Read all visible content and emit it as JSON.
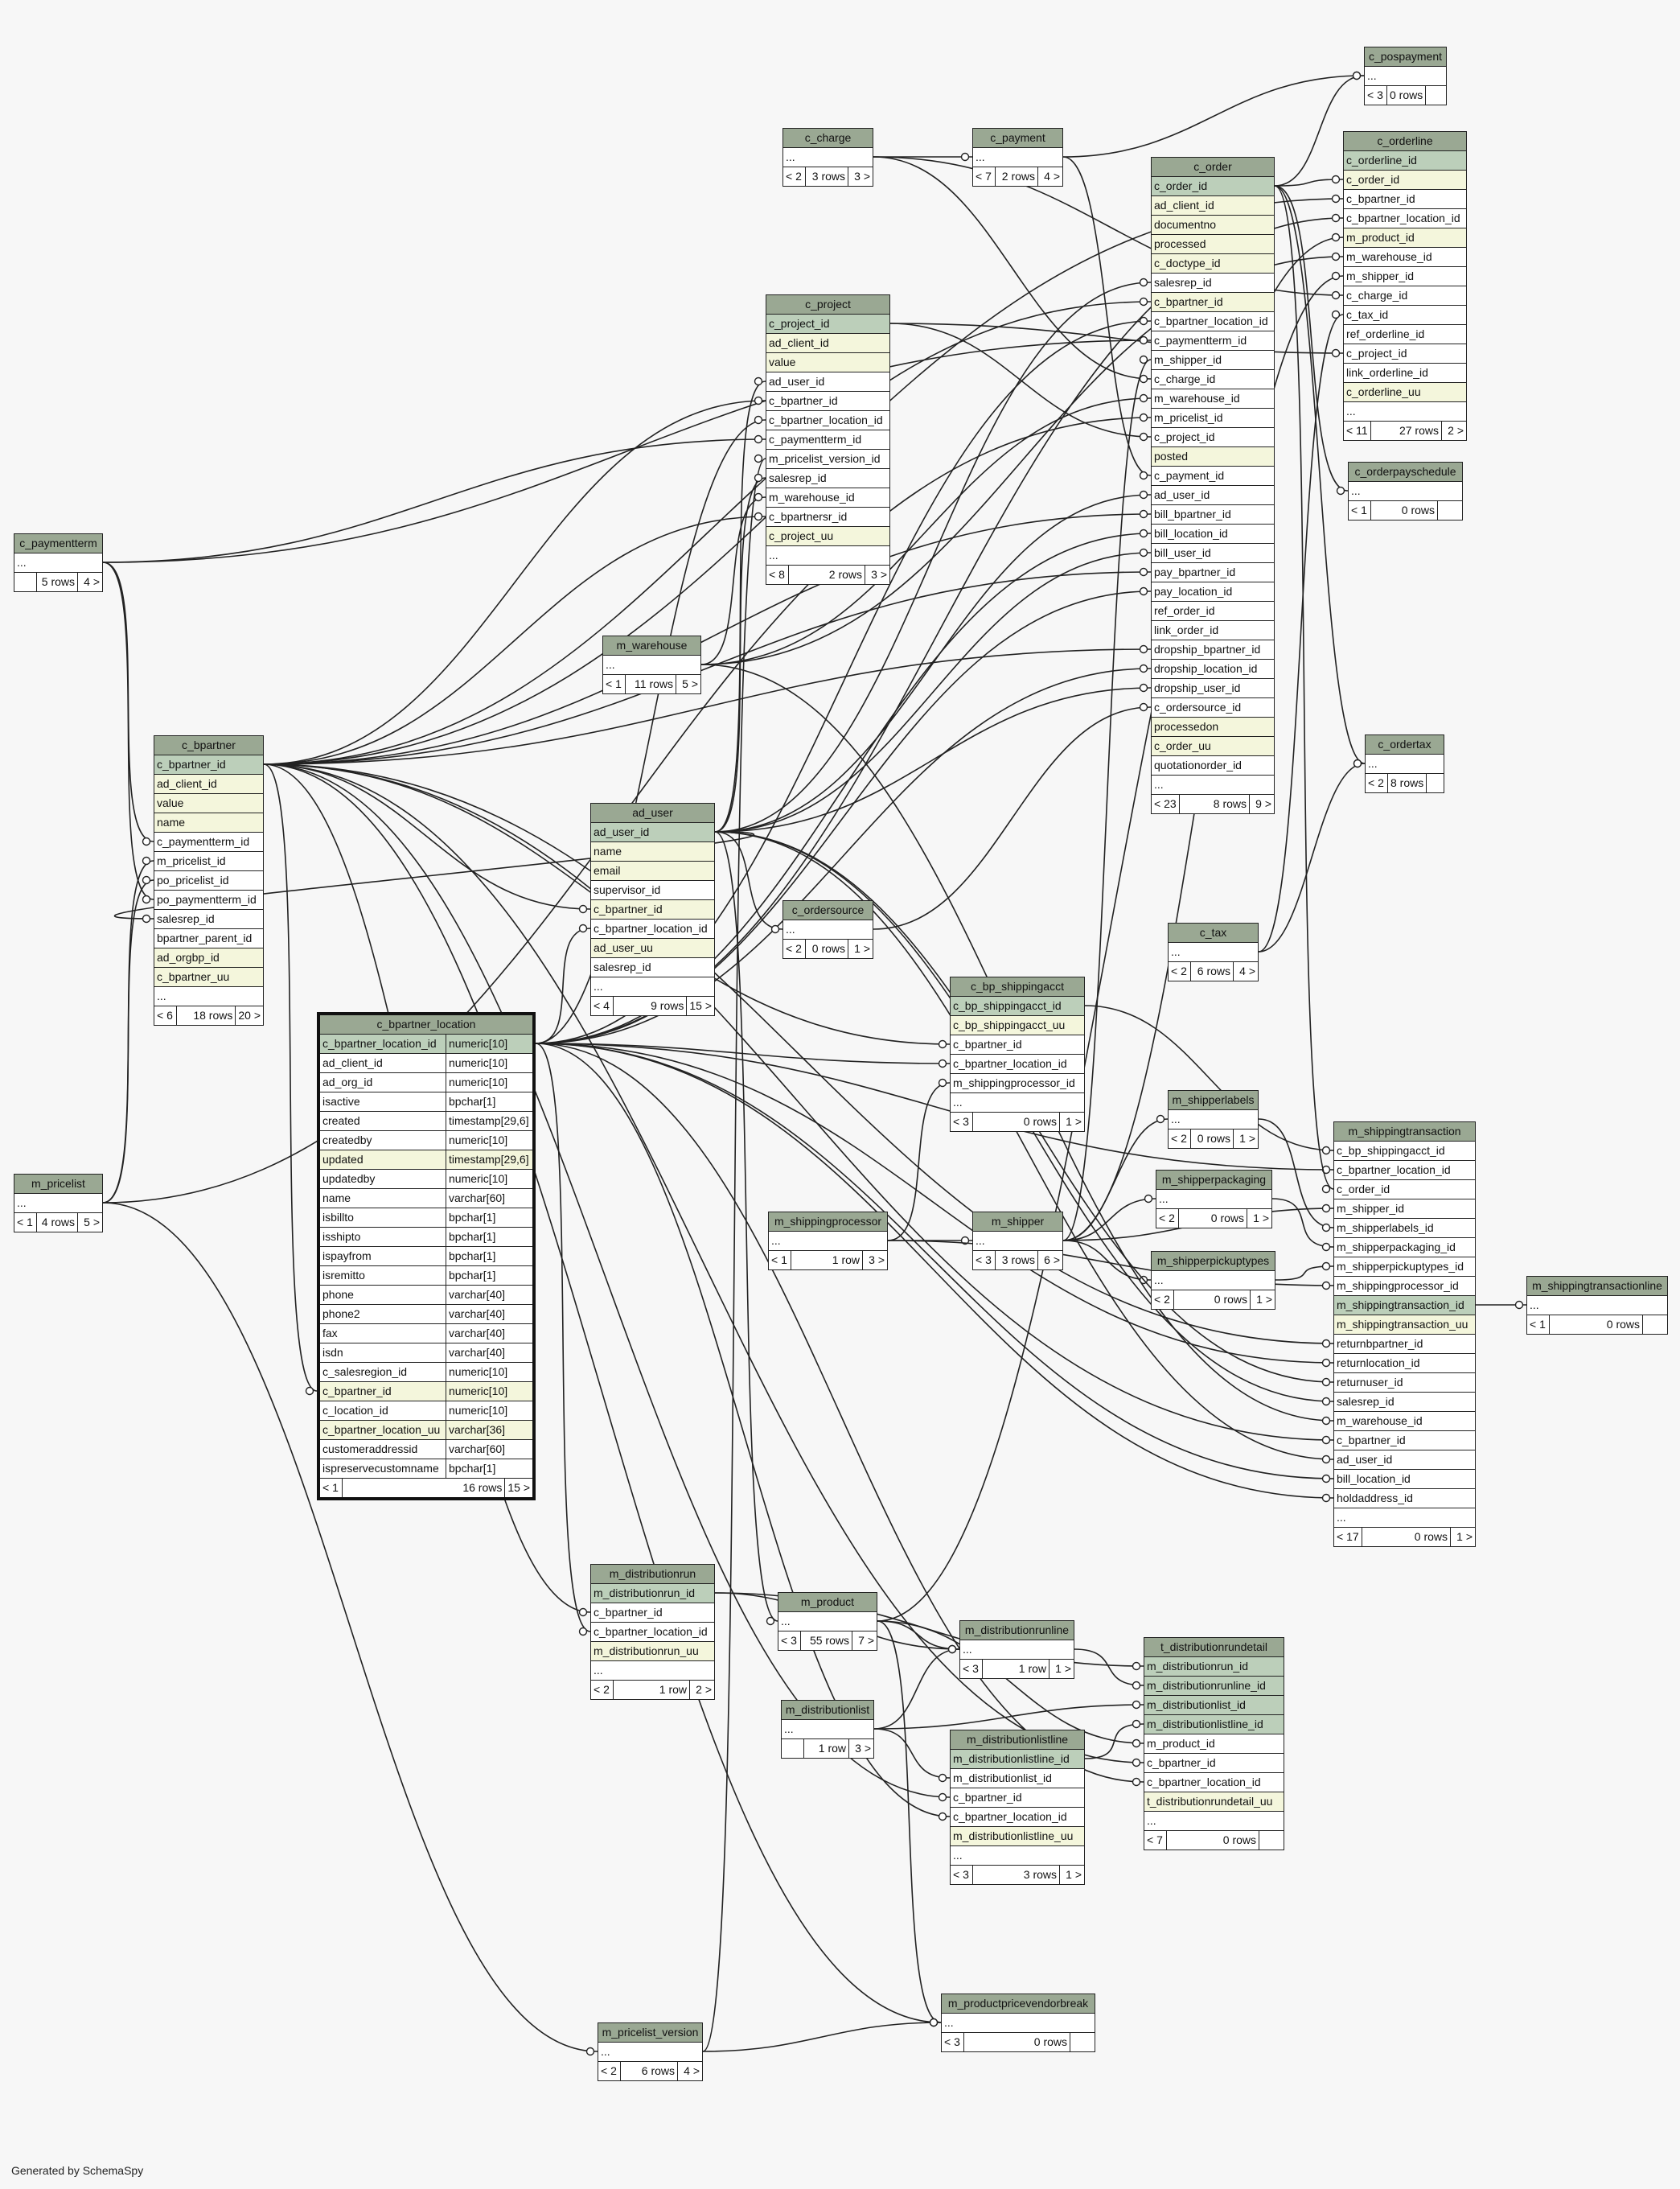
{
  "footer_text": "Generated by SchemaSpy",
  "colors": {
    "header": "#9aa893",
    "primary_key": "#bccfba",
    "unique": "#f4f6dc",
    "line": "#222222",
    "background": "#f7f7f7"
  },
  "tables": {
    "c_pospayment": {
      "title": "c_pospayment",
      "rows": [
        {
          "n": "..."
        }
      ],
      "foot": [
        "< 3",
        "0 rows",
        ""
      ]
    },
    "c_orderline": {
      "title": "c_orderline",
      "rows": [
        {
          "n": "c_orderline_id",
          "k": "pk"
        },
        {
          "n": "c_order_id",
          "k": "uq"
        },
        {
          "n": "c_bpartner_id"
        },
        {
          "n": "c_bpartner_location_id"
        },
        {
          "n": "m_product_id",
          "k": "uq"
        },
        {
          "n": "m_warehouse_id"
        },
        {
          "n": "m_shipper_id"
        },
        {
          "n": "c_charge_id"
        },
        {
          "n": "c_tax_id"
        },
        {
          "n": "ref_orderline_id"
        },
        {
          "n": "c_project_id"
        },
        {
          "n": "link_orderline_id"
        },
        {
          "n": "c_orderline_uu",
          "k": "uq"
        },
        {
          "n": "..."
        }
      ],
      "foot": [
        "< 11",
        "27 rows",
        "2 >"
      ]
    },
    "c_charge": {
      "title": "c_charge",
      "rows": [
        {
          "n": "..."
        }
      ],
      "foot": [
        "< 2",
        "3 rows",
        "3 >"
      ]
    },
    "c_payment": {
      "title": "c_payment",
      "rows": [
        {
          "n": "..."
        }
      ],
      "foot": [
        "< 7",
        "2 rows",
        "4 >"
      ]
    },
    "c_order": {
      "title": "c_order",
      "rows": [
        {
          "n": "c_order_id",
          "k": "pk"
        },
        {
          "n": "ad_client_id",
          "k": "uq"
        },
        {
          "n": "documentno",
          "k": "uq"
        },
        {
          "n": "processed",
          "k": "uq"
        },
        {
          "n": "c_doctype_id",
          "k": "uq"
        },
        {
          "n": "salesrep_id"
        },
        {
          "n": "c_bpartner_id",
          "k": "uq"
        },
        {
          "n": "c_bpartner_location_id"
        },
        {
          "n": "c_paymentterm_id"
        },
        {
          "n": "m_shipper_id"
        },
        {
          "n": "c_charge_id"
        },
        {
          "n": "m_warehouse_id"
        },
        {
          "n": "m_pricelist_id"
        },
        {
          "n": "c_project_id"
        },
        {
          "n": "posted",
          "k": "uq"
        },
        {
          "n": "c_payment_id"
        },
        {
          "n": "ad_user_id"
        },
        {
          "n": "bill_bpartner_id"
        },
        {
          "n": "bill_location_id"
        },
        {
          "n": "bill_user_id"
        },
        {
          "n": "pay_bpartner_id"
        },
        {
          "n": "pay_location_id"
        },
        {
          "n": "ref_order_id"
        },
        {
          "n": "link_order_id"
        },
        {
          "n": "dropship_bpartner_id"
        },
        {
          "n": "dropship_location_id"
        },
        {
          "n": "dropship_user_id"
        },
        {
          "n": "c_ordersource_id"
        },
        {
          "n": "processedon",
          "k": "uq"
        },
        {
          "n": "c_order_uu",
          "k": "uq"
        },
        {
          "n": "quotationorder_id"
        },
        {
          "n": "..."
        }
      ],
      "foot": [
        "< 23",
        "8 rows",
        "9 >"
      ]
    },
    "c_orderpayschedule": {
      "title": "c_orderpayschedule",
      "rows": [
        {
          "n": "..."
        }
      ],
      "foot": [
        "< 1",
        "0 rows",
        ""
      ]
    },
    "c_project": {
      "title": "c_project",
      "rows": [
        {
          "n": "c_project_id",
          "k": "pk"
        },
        {
          "n": "ad_client_id",
          "k": "uq"
        },
        {
          "n": "value",
          "k": "uq"
        },
        {
          "n": "ad_user_id"
        },
        {
          "n": "c_bpartner_id"
        },
        {
          "n": "c_bpartner_location_id"
        },
        {
          "n": "c_paymentterm_id"
        },
        {
          "n": "m_pricelist_version_id"
        },
        {
          "n": "salesrep_id"
        },
        {
          "n": "m_warehouse_id"
        },
        {
          "n": "c_bpartnersr_id"
        },
        {
          "n": "c_project_uu",
          "k": "uq"
        },
        {
          "n": "..."
        }
      ],
      "foot": [
        "< 8",
        "2 rows",
        "3 >"
      ]
    },
    "c_paymentterm": {
      "title": "c_paymentterm",
      "rows": [
        {
          "n": "..."
        }
      ],
      "foot": [
        "",
        "5 rows",
        "4 >"
      ]
    },
    "m_warehouse": {
      "title": "m_warehouse",
      "rows": [
        {
          "n": "..."
        }
      ],
      "foot": [
        "< 1",
        "11 rows",
        "5 >"
      ]
    },
    "c_ordertax": {
      "title": "c_ordertax",
      "rows": [
        {
          "n": "..."
        }
      ],
      "foot": [
        "< 2",
        "8 rows",
        ""
      ]
    },
    "c_bpartner": {
      "title": "c_bpartner",
      "rows": [
        {
          "n": "c_bpartner_id",
          "k": "pk"
        },
        {
          "n": "ad_client_id",
          "k": "uq"
        },
        {
          "n": "value",
          "k": "uq"
        },
        {
          "n": "name",
          "k": "uq"
        },
        {
          "n": "c_paymentterm_id"
        },
        {
          "n": "m_pricelist_id"
        },
        {
          "n": "po_pricelist_id"
        },
        {
          "n": "po_paymentterm_id"
        },
        {
          "n": "salesrep_id"
        },
        {
          "n": "bpartner_parent_id"
        },
        {
          "n": "ad_orgbp_id",
          "k": "uq"
        },
        {
          "n": "c_bpartner_uu",
          "k": "uq"
        },
        {
          "n": "..."
        }
      ],
      "foot": [
        "< 6",
        "18 rows",
        "20 >"
      ]
    },
    "ad_user": {
      "title": "ad_user",
      "rows": [
        {
          "n": "ad_user_id",
          "k": "pk"
        },
        {
          "n": "name",
          "k": "uq"
        },
        {
          "n": "email",
          "k": "uq"
        },
        {
          "n": "supervisor_id"
        },
        {
          "n": "c_bpartner_id",
          "k": "uq"
        },
        {
          "n": "c_bpartner_location_id"
        },
        {
          "n": "ad_user_uu",
          "k": "uq"
        },
        {
          "n": "salesrep_id"
        },
        {
          "n": "..."
        }
      ],
      "foot": [
        "< 4",
        "9 rows",
        "15 >"
      ]
    },
    "c_ordersource": {
      "title": "c_ordersource",
      "rows": [
        {
          "n": "..."
        }
      ],
      "foot": [
        "< 2",
        "0 rows",
        "1 >"
      ]
    },
    "c_tax": {
      "title": "c_tax",
      "rows": [
        {
          "n": "..."
        }
      ],
      "foot": [
        "< 2",
        "6 rows",
        "4 >"
      ]
    },
    "c_bp_shippingacct": {
      "title": "c_bp_shippingacct",
      "rows": [
        {
          "n": "c_bp_shippingacct_id",
          "k": "pk"
        },
        {
          "n": "c_bp_shippingacct_uu",
          "k": "uq"
        },
        {
          "n": "c_bpartner_id"
        },
        {
          "n": "c_bpartner_location_id"
        },
        {
          "n": "m_shippingprocessor_id"
        },
        {
          "n": "..."
        }
      ],
      "foot": [
        "< 3",
        "0 rows",
        "1 >"
      ]
    },
    "c_bpartner_location": {
      "title": "c_bpartner_location",
      "rows": [
        {
          "n": "c_bpartner_location_id",
          "t": "numeric[10]",
          "k": "pk"
        },
        {
          "n": "ad_client_id",
          "t": "numeric[10]"
        },
        {
          "n": "ad_org_id",
          "t": "numeric[10]"
        },
        {
          "n": "isactive",
          "t": "bpchar[1]"
        },
        {
          "n": "created",
          "t": "timestamp[29,6]"
        },
        {
          "n": "createdby",
          "t": "numeric[10]"
        },
        {
          "n": "updated",
          "t": "timestamp[29,6]",
          "k": "uq"
        },
        {
          "n": "updatedby",
          "t": "numeric[10]"
        },
        {
          "n": "name",
          "t": "varchar[60]"
        },
        {
          "n": "isbillto",
          "t": "bpchar[1]"
        },
        {
          "n": "isshipto",
          "t": "bpchar[1]"
        },
        {
          "n": "ispayfrom",
          "t": "bpchar[1]"
        },
        {
          "n": "isremitto",
          "t": "bpchar[1]"
        },
        {
          "n": "phone",
          "t": "varchar[40]"
        },
        {
          "n": "phone2",
          "t": "varchar[40]"
        },
        {
          "n": "fax",
          "t": "varchar[40]"
        },
        {
          "n": "isdn",
          "t": "varchar[40]"
        },
        {
          "n": "c_salesregion_id",
          "t": "numeric[10]"
        },
        {
          "n": "c_bpartner_id",
          "t": "numeric[10]",
          "k": "uq"
        },
        {
          "n": "c_location_id",
          "t": "numeric[10]"
        },
        {
          "n": "c_bpartner_location_uu",
          "t": "varchar[36]",
          "k": "uq"
        },
        {
          "n": "customeraddressid",
          "t": "varchar[60]"
        },
        {
          "n": "ispreservecustomname",
          "t": "bpchar[1]"
        }
      ],
      "foot": [
        "< 1",
        "16 rows",
        "15 >"
      ]
    },
    "m_shipperlabels": {
      "title": "m_shipperlabels",
      "rows": [
        {
          "n": "..."
        }
      ],
      "foot": [
        "< 2",
        "0 rows",
        "1 >"
      ]
    },
    "m_shippingtransaction": {
      "title": "m_shippingtransaction",
      "rows": [
        {
          "n": "c_bp_shippingacct_id"
        },
        {
          "n": "c_bpartner_location_id"
        },
        {
          "n": "c_order_id"
        },
        {
          "n": "m_shipper_id"
        },
        {
          "n": "m_shipperlabels_id"
        },
        {
          "n": "m_shipperpackaging_id"
        },
        {
          "n": "m_shipperpickuptypes_id"
        },
        {
          "n": "m_shippingprocessor_id"
        },
        {
          "n": "m_shippingtransaction_id",
          "k": "pk"
        },
        {
          "n": "m_shippingtransaction_uu",
          "k": "uq"
        },
        {
          "n": "returnbpartner_id"
        },
        {
          "n": "returnlocation_id"
        },
        {
          "n": "returnuser_id"
        },
        {
          "n": "salesrep_id"
        },
        {
          "n": "m_warehouse_id"
        },
        {
          "n": "c_bpartner_id"
        },
        {
          "n": "ad_user_id"
        },
        {
          "n": "bill_location_id"
        },
        {
          "n": "holdaddress_id"
        },
        {
          "n": "..."
        }
      ],
      "foot": [
        "< 17",
        "0 rows",
        "1 >"
      ]
    },
    "m_shipperpackaging": {
      "title": "m_shipperpackaging",
      "rows": [
        {
          "n": "..."
        }
      ],
      "foot": [
        "< 2",
        "0 rows",
        "1 >"
      ]
    },
    "m_pricelist": {
      "title": "m_pricelist",
      "rows": [
        {
          "n": "..."
        }
      ],
      "foot": [
        "< 1",
        "4 rows",
        "5 >"
      ]
    },
    "m_shippingprocessor": {
      "title": "m_shippingprocessor",
      "rows": [
        {
          "n": "..."
        }
      ],
      "foot": [
        "< 1",
        "1 row",
        "3 >"
      ]
    },
    "m_shipper": {
      "title": "m_shipper",
      "rows": [
        {
          "n": "..."
        }
      ],
      "foot": [
        "< 3",
        "3 rows",
        "6 >"
      ]
    },
    "m_shipperpickuptypes": {
      "title": "m_shipperpickuptypes",
      "rows": [
        {
          "n": "..."
        }
      ],
      "foot": [
        "< 2",
        "0 rows",
        "1 >"
      ]
    },
    "m_shippingtransactionline": {
      "title": "m_shippingtransactionline",
      "rows": [
        {
          "n": "..."
        }
      ],
      "foot": [
        "< 1",
        "0 rows",
        ""
      ]
    },
    "m_distributionrun": {
      "title": "m_distributionrun",
      "rows": [
        {
          "n": "m_distributionrun_id",
          "k": "pk"
        },
        {
          "n": "c_bpartner_id"
        },
        {
          "n": "c_bpartner_location_id"
        },
        {
          "n": "m_distributionrun_uu",
          "k": "uq"
        },
        {
          "n": "..."
        }
      ],
      "foot": [
        "< 2",
        "1 row",
        "2 >"
      ]
    },
    "m_product": {
      "title": "m_product",
      "rows": [
        {
          "n": "..."
        }
      ],
      "foot": [
        "< 3",
        "55 rows",
        "7 >"
      ]
    },
    "m_distributionrunline": {
      "title": "m_distributionrunline",
      "rows": [
        {
          "n": "..."
        }
      ],
      "foot": [
        "< 3",
        "1 row",
        "1 >"
      ]
    },
    "t_distributionrundetail": {
      "title": "t_distributionrundetail",
      "rows": [
        {
          "n": "m_distributionrun_id",
          "k": "pk"
        },
        {
          "n": "m_distributionrunline_id",
          "k": "pk"
        },
        {
          "n": "m_distributionlist_id",
          "k": "pk"
        },
        {
          "n": "m_distributionlistline_id",
          "k": "pk"
        },
        {
          "n": "m_product_id"
        },
        {
          "n": "c_bpartner_id"
        },
        {
          "n": "c_bpartner_location_id"
        },
        {
          "n": "t_distributionrundetail_uu",
          "k": "uq"
        },
        {
          "n": "..."
        }
      ],
      "foot": [
        "< 7",
        "0 rows",
        ""
      ]
    },
    "m_distributionlist": {
      "title": "m_distributionlist",
      "rows": [
        {
          "n": "..."
        }
      ],
      "foot": [
        "",
        "1 row",
        "3 >"
      ]
    },
    "m_distributionlistline": {
      "title": "m_distributionlistline",
      "rows": [
        {
          "n": "m_distributionlistline_id",
          "k": "pk"
        },
        {
          "n": "m_distributionlist_id"
        },
        {
          "n": "c_bpartner_id"
        },
        {
          "n": "c_bpartner_location_id"
        },
        {
          "n": "m_distributionlistline_uu",
          "k": "uq"
        },
        {
          "n": "..."
        }
      ],
      "foot": [
        "< 3",
        "3 rows",
        "1 >"
      ]
    },
    "m_productpricevendorbreak": {
      "title": "m_productpricevendorbreak",
      "rows": [
        {
          "n": "..."
        }
      ],
      "foot": [
        "< 3",
        "0 rows",
        ""
      ]
    },
    "m_pricelist_version": {
      "title": "m_pricelist_version",
      "rows": [
        {
          "n": "..."
        }
      ],
      "foot": [
        "< 2",
        "6 rows",
        "4 >"
      ]
    }
  }
}
